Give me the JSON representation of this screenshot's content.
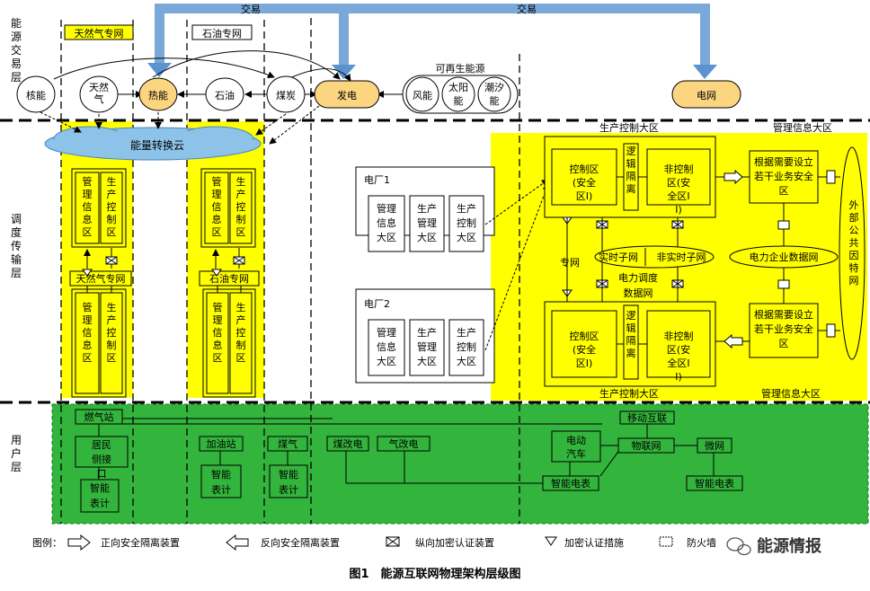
{
  "layers": {
    "energy_trading": "能源交易层",
    "dispatch_transmission": "调度传输层",
    "user": "用户层"
  },
  "trade": {
    "left": "交易",
    "right": "交易"
  },
  "top": {
    "gas_net": "天然气专网",
    "oil_net": "石油专网",
    "renewable": "可再生能源",
    "nuclear": "核能",
    "natural_gas": "天然气",
    "heat": "热能",
    "petroleum": "石油",
    "coal": "煤炭",
    "power_gen": "发电",
    "wind": "风能",
    "solar": "太阳能",
    "tidal": "潮汐能",
    "grid": "电网"
  },
  "mid": {
    "energy_cloud": "能量转换云",
    "mgmt_info_zone": "管理信息区",
    "prod_ctrl_zone": "生产控制区",
    "gas_private_net": "天然气专网",
    "oil_private_net": "石油专网",
    "plant1": "电厂1",
    "plant2": "电厂2",
    "mgmt_info_area": "管理信息大区",
    "prod_mgmt_area": "生产管理大区",
    "prod_ctrl_area": "生产控制大区",
    "mgmt_info_big": "管理信息大区",
    "ctrl_zone": "控制区(安全区I)",
    "nonctrl_zone": "非控制区(安全区II)",
    "logic_isolation": "逻辑隔离",
    "business_zone": "根据需要设立若干业务安全区",
    "realtime": "实时子网",
    "nonrealtime": "非实时子网",
    "private_line": "专网",
    "dispatch_net": "电力调度数据网",
    "enterprise_net": "电力企业数据网",
    "public_net": "外部公共因特网"
  },
  "user": {
    "gas_station": "燃气站",
    "resident_interface": "居民侧接口",
    "smart_meter": "智能表计",
    "refuel_station": "加油站",
    "coal_gas": "煤气",
    "coal_to_elec": "煤改电",
    "gas_to_elec": "气改电",
    "ev": "电动汽车",
    "smart_elec_meter": "智能电表",
    "mobile_internet": "移动互联",
    "iot": "物联网",
    "microgrid": "微网"
  },
  "legend": {
    "prefix": "图例：",
    "forward": "正向安全隔离装置",
    "reverse": "反向安全隔离装置",
    "vertical_crypto": "纵向加密认证装置",
    "crypto_measure": "加密认证措施",
    "firewall": "防火墙"
  },
  "watermark": "能源情报",
  "caption": "图1　能源互联网物理架构层级图",
  "colors": {
    "yellow": "#ffff00",
    "green": "#33b43c",
    "orange": "#fcd581",
    "blue": "#7aa8d8",
    "cloud": "#8dc3e8"
  }
}
